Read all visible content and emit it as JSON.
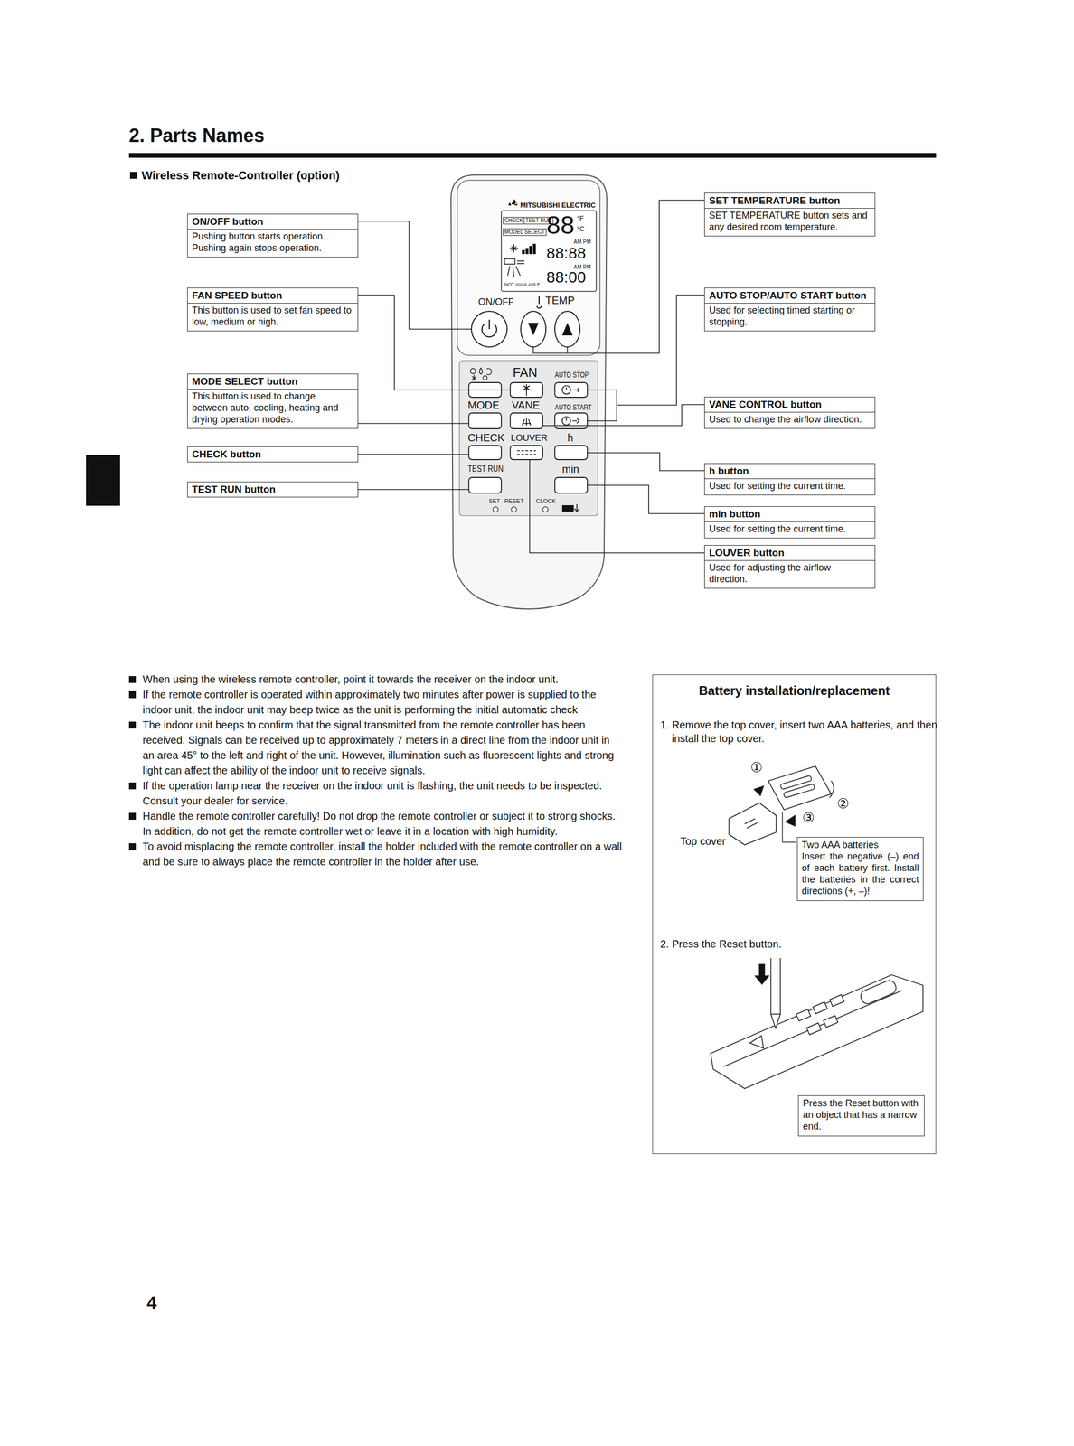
{
  "diagram": {
    "title": "2. Parts Names",
    "nodes": [
      {
        "text": [
          "ON/OFF button",
          "Pushing button starts operation. Pushing again stops operation."
        ]
      },
      {
        "text": [
          "FAN SPEED button",
          "This button is used to set fan speed to low, medium or high."
        ]
      },
      {
        "text": [
          "MODE SELECT button",
          "This button is used to change between auto, cooling, heating and drying operation modes."
        ]
      },
      {
        "text": [
          "CHECK button"
        ]
      },
      {
        "text": [
          "TEST RUN button"
        ]
      },
      {
        "text": [
          "SET TEMPERATURE button",
          "SET TEMPERATURE button sets and any desired room temperature."
        ]
      },
      {
        "text": [
          "AUTO STOP/AUTO START button",
          "Used for selecting timed starting or stopping."
        ]
      },
      {
        "text": [
          "VANE CONTROL button",
          "Used to change the airflow direction."
        ]
      },
      {
        "text": [
          "h button",
          "Used for setting the current time."
        ]
      },
      {
        "text": [
          "min button",
          "Used for setting the current time."
        ]
      },
      {
        "text": [
          "LOUVER button",
          "Used for adjusting the airflow direction."
        ]
      },
      {
        "text": [
          "Battery installation/replacement",
          "1. Remove the top cover, insert two AAA batteries, and then install the top cover.",
          "2. Press the Reset button."
        ]
      },
      {
        "text": [
          "Two AAA batteries",
          "Insert the negative (–) end of each battery first. Install the batteries in the correct directions (+, –)!"
        ],
        "in": 11
      },
      {
        "text": [
          "Press the Reset button with an object that has a narrow end."
        ],
        "in": 11
      }
    ],
    "labels": [
      "Wireless Remote-Controller (option)",
      "MITSUBISHI ELECTRIC",
      "CHECK",
      "TEST RUN",
      "MODEL SELECT",
      "88",
      "°F",
      "°C",
      "AM PM",
      "88:88",
      "AM PM",
      "88:00",
      "NOT AVAILABLE",
      "ON/OFF",
      "TEMP",
      "FAN",
      "AUTO STOP",
      "MODE",
      "VANE",
      "AUTO START",
      "CHECK",
      "LOUVER",
      "h",
      "TEST RUN",
      "min",
      "SET",
      "RESET",
      "CLOCK",
      "When using the wireless remote controller, point it towards the receiver on the indoor unit.",
      "If the remote controller is operated within approximately two minutes after power is supplied to the indoor unit, the indoor unit may beep twice as the unit is performing the initial automatic check.",
      "The indoor unit beeps to confirm that the signal transmitted from the remote controller has been received. Signals can be received up to approximately 7 meters in a direct line from the indoor unit in an area 45° to the left and right of the unit. However, illumination such as fluorescent lights and strong light can affect the ability of the indoor unit to receive signals.",
      "If the operation lamp near the receiver on the indoor unit is flashing, the unit needs to be inspected. Consult your dealer for service.",
      "Handle the remote controller carefully! Do not drop the remote controller or subject it to strong shocks. In addition, do not get the remote controller wet or leave it in a location with high humidity.",
      "To avoid misplacing the remote controller, install the holder included with the remote controller on a wall and be sure to always place the remote controller in the holder after use.",
      "①",
      "②",
      "③",
      "Top cover",
      "4"
    ]
  }
}
